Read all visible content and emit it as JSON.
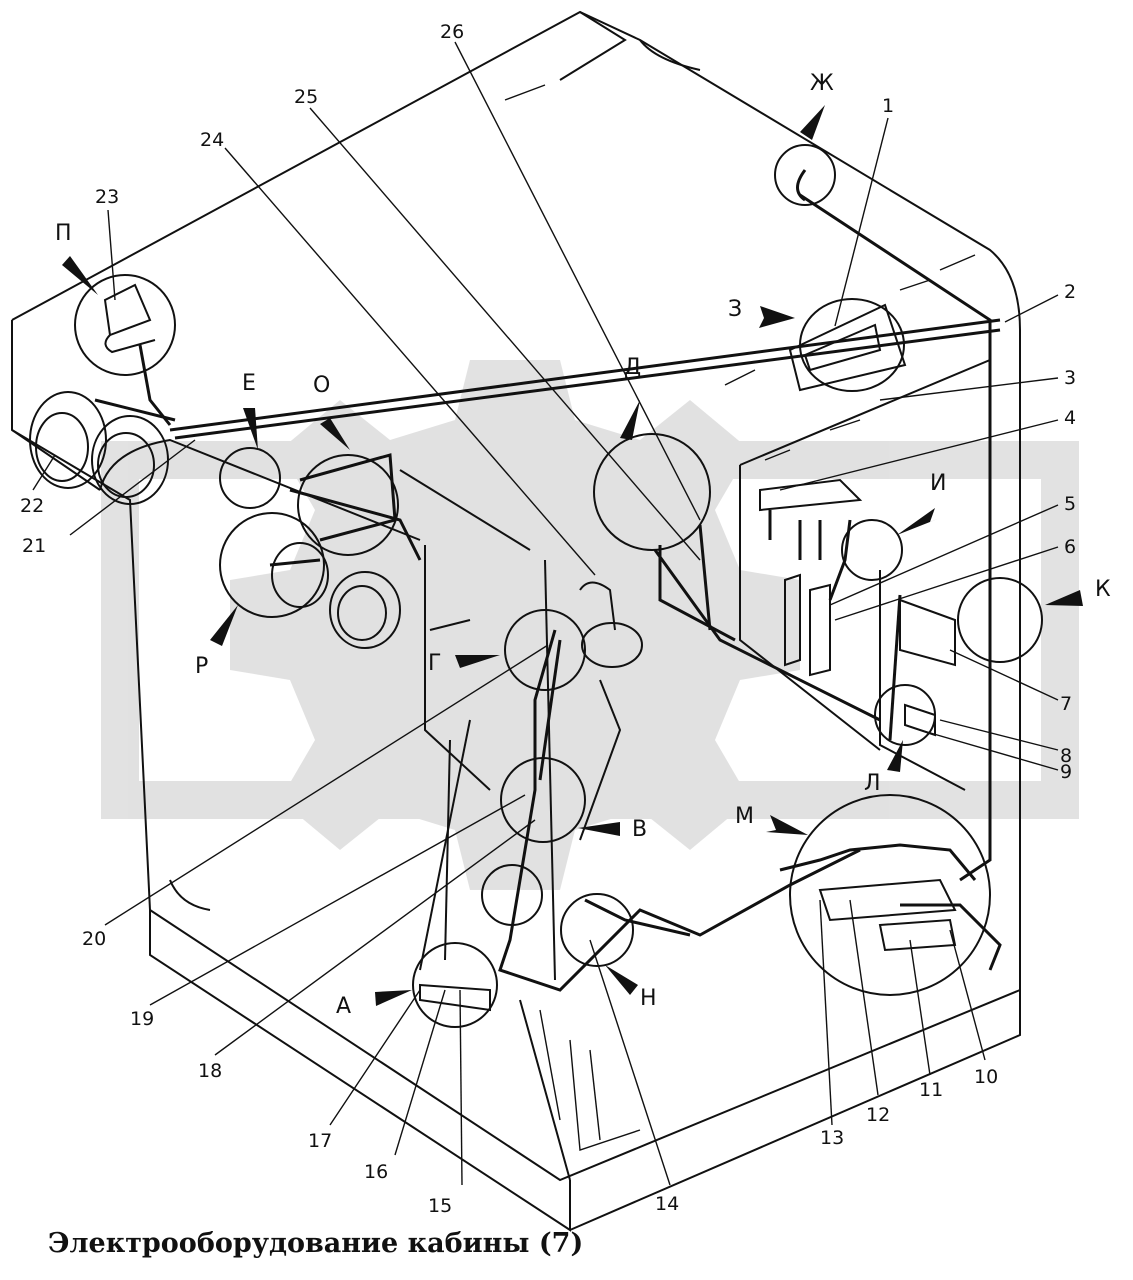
{
  "title": "Электрооборудование кабины (7)",
  "callouts": [
    {
      "id": "n1",
      "text": "1"
    },
    {
      "id": "n2",
      "text": "2"
    },
    {
      "id": "n3",
      "text": "3"
    },
    {
      "id": "n4",
      "text": "4"
    },
    {
      "id": "n5",
      "text": "5"
    },
    {
      "id": "n6",
      "text": "6"
    },
    {
      "id": "n7",
      "text": "7"
    },
    {
      "id": "n8",
      "text": "8"
    },
    {
      "id": "n9",
      "text": "9"
    },
    {
      "id": "n10",
      "text": "10"
    },
    {
      "id": "n11",
      "text": "11"
    },
    {
      "id": "n12",
      "text": "12"
    },
    {
      "id": "n13",
      "text": "13"
    },
    {
      "id": "n14",
      "text": "14"
    },
    {
      "id": "n15",
      "text": "15"
    },
    {
      "id": "n16",
      "text": "16"
    },
    {
      "id": "n17",
      "text": "17"
    },
    {
      "id": "n18",
      "text": "18"
    },
    {
      "id": "n19",
      "text": "19"
    },
    {
      "id": "n20",
      "text": "20"
    },
    {
      "id": "n21",
      "text": "21"
    },
    {
      "id": "n22",
      "text": "22"
    },
    {
      "id": "n23",
      "text": "23"
    },
    {
      "id": "n24",
      "text": "24"
    },
    {
      "id": "n25",
      "text": "25"
    },
    {
      "id": "n26",
      "text": "26"
    }
  ],
  "views": [
    {
      "id": "zh",
      "text": "Ж"
    },
    {
      "id": "z",
      "text": "З"
    },
    {
      "id": "d",
      "text": "Д"
    },
    {
      "id": "i",
      "text": "И"
    },
    {
      "id": "k",
      "text": "К"
    },
    {
      "id": "l",
      "text": "Л"
    },
    {
      "id": "m",
      "text": "М"
    },
    {
      "id": "n",
      "text": "Н"
    },
    {
      "id": "a",
      "text": "А"
    },
    {
      "id": "v",
      "text": "В"
    },
    {
      "id": "g",
      "text": "Г"
    },
    {
      "id": "r",
      "text": "Р"
    },
    {
      "id": "o",
      "text": "О"
    },
    {
      "id": "e",
      "text": "Е"
    },
    {
      "id": "p",
      "text": "П"
    }
  ],
  "colors": {
    "ink": "#111111",
    "watermark": "#d8d8d8",
    "background": "#ffffff"
  }
}
